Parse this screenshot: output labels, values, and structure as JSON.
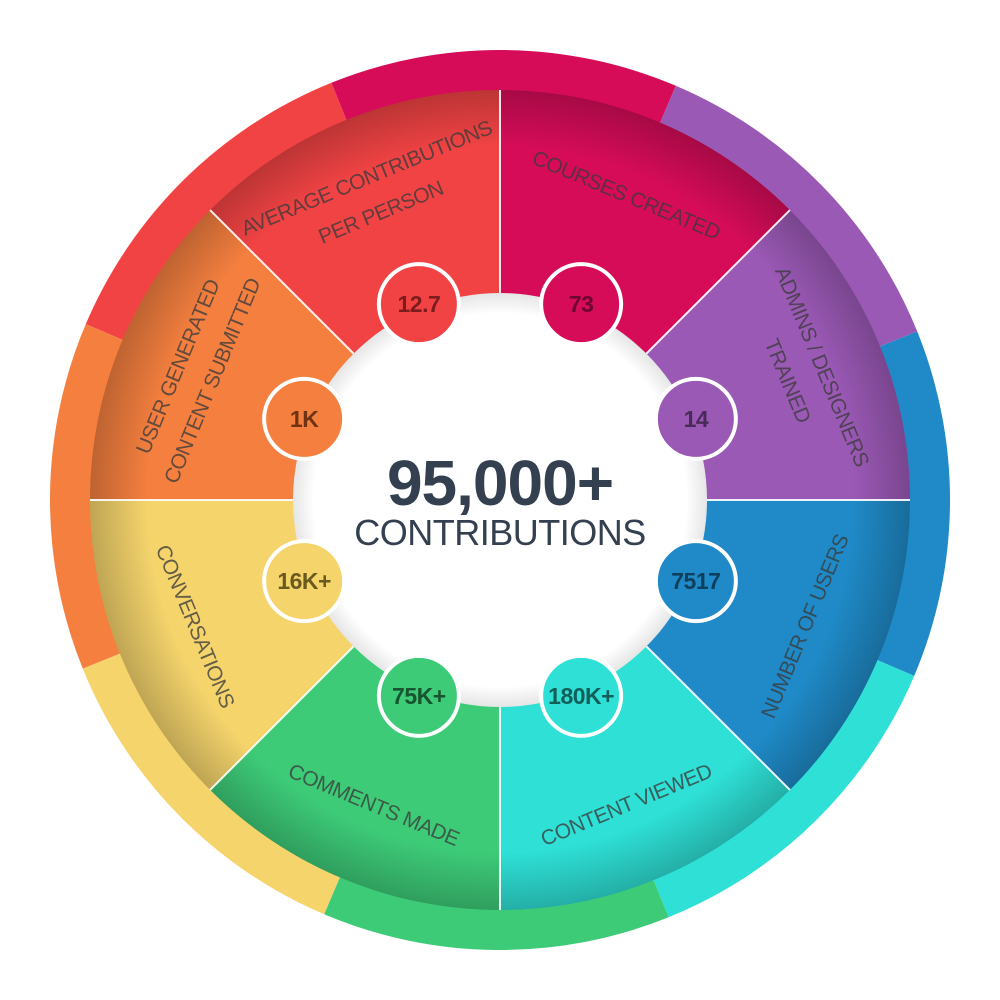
{
  "center": {
    "value": "95,000+",
    "label": "CONTRIBUTIONS"
  },
  "segments": [
    {
      "key": "average-contributions",
      "label_lines": [
        "AVERAGE CONTRIBUTIONS",
        "PER PERSON"
      ],
      "value": "12.7",
      "color": "#f24344",
      "inner_color": "#f24344",
      "text_color": "#7c1c1d"
    },
    {
      "key": "courses-created",
      "label_lines": [
        "COURSES CREATED"
      ],
      "value": "73",
      "color": "#d60c59",
      "inner_color": "#d60c59",
      "text_color": "#6e0630"
    },
    {
      "key": "admins-designers-trained",
      "label_lines": [
        "ADMINS / DESIGNERS",
        "TRAINED"
      ],
      "value": "14",
      "color": "#9b59b6",
      "inner_color": "#9b59b6",
      "text_color": "#4a2a57"
    },
    {
      "key": "number-of-users",
      "label_lines": [
        "NUMBER OF USERS"
      ],
      "value": "7517",
      "color": "#1f8ac7",
      "inner_color": "#1f8ac7",
      "text_color": "#0f3f5d"
    },
    {
      "key": "content-viewed",
      "label_lines": [
        "CONTENT VIEWED"
      ],
      "value": "180K+",
      "color": "#2ee0d6",
      "inner_color": "#2ee0d6",
      "text_color": "#145e5a"
    },
    {
      "key": "comments-made",
      "label_lines": [
        "COMMENTS MADE"
      ],
      "value": "75K+",
      "color": "#3dcb78",
      "inner_color": "#3dcb78",
      "text_color": "#17542f"
    },
    {
      "key": "conversations",
      "label_lines": [
        "CONVERSATIONS"
      ],
      "value": "16K+",
      "color": "#f5d46c",
      "inner_color": "#f5d46c",
      "text_color": "#6b5a1f"
    },
    {
      "key": "user-generated-content-submitted",
      "label_lines": [
        "USER GENERATED",
        "CONTENT SUBMITTED"
      ],
      "value": "1K",
      "color": "#f47f3f",
      "inner_color": "#f47f3f",
      "text_color": "#6e3312"
    }
  ]
}
